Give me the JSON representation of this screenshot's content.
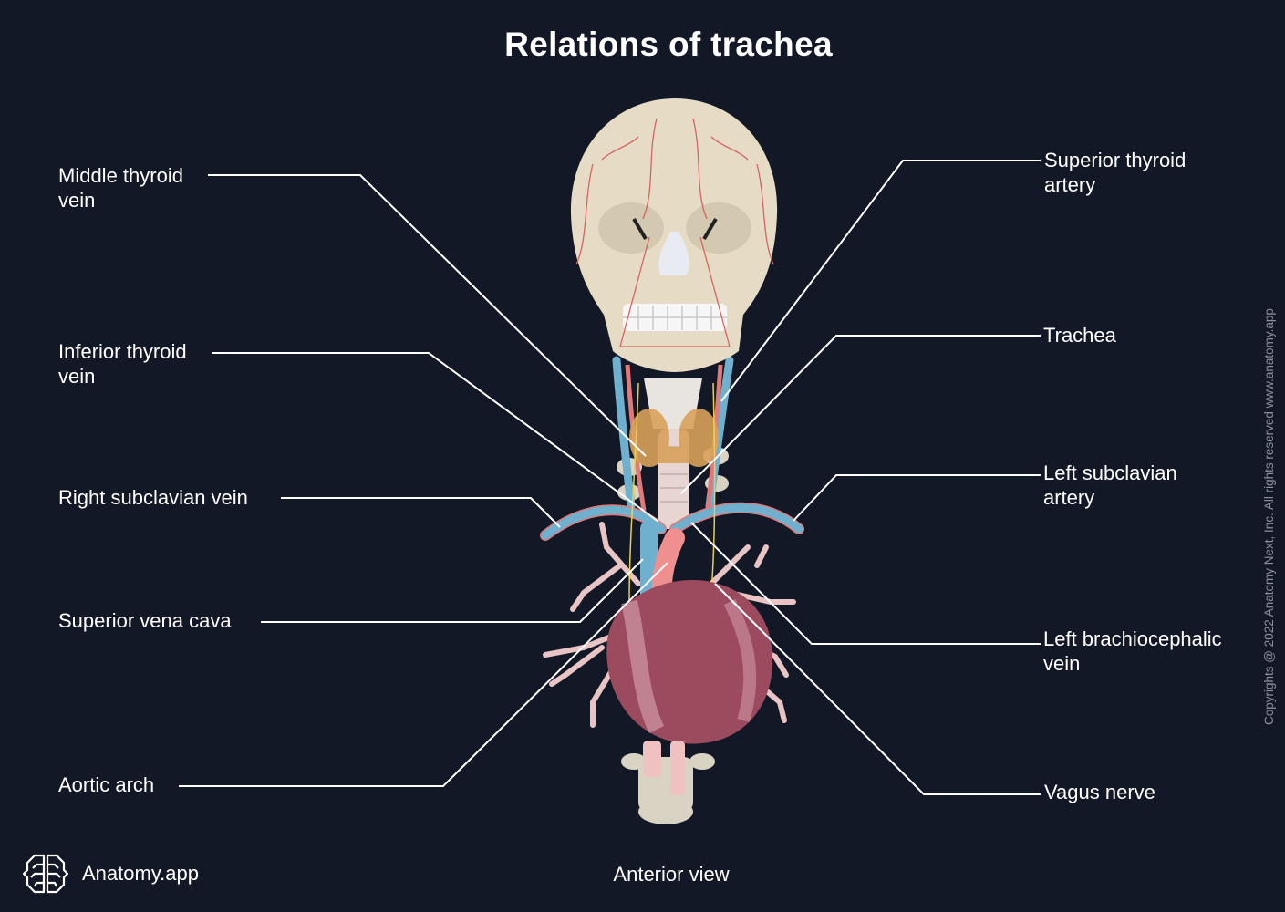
{
  "title": "Relations of trachea",
  "caption": "Anterior view",
  "brand": {
    "name": "Anatomy.app",
    "icon": "brain-icon"
  },
  "copyright": "Copyrights @ 2022 Anatomy Next, Inc. All rights reserved www.anatomy.app",
  "colors": {
    "background": "#131826",
    "text": "#ffffff",
    "leader_line": "#ffffff",
    "bone": "#e6dcc6",
    "vein": "#6fb0cf",
    "artery": "#e07a7a",
    "heart": "#9c4a5e",
    "thyroid": "#d9a25a",
    "nerve": "#e8d24a",
    "bronchi": "#e8c4c4"
  },
  "labels": {
    "left": [
      {
        "lines": [
          "Middle thyroid",
          "vein"
        ]
      },
      {
        "lines": [
          "Inferior thyroid",
          "vein"
        ]
      },
      {
        "lines": [
          "Right subclavian vein"
        ]
      },
      {
        "lines": [
          "Superior vena cava"
        ]
      },
      {
        "lines": [
          "Aortic arch"
        ]
      }
    ],
    "right": [
      {
        "lines": [
          "Superior thyroid",
          "artery"
        ]
      },
      {
        "lines": [
          "Trachea"
        ]
      },
      {
        "lines": [
          "Left subclavian",
          "artery"
        ]
      },
      {
        "lines": [
          "Left brachiocephalic",
          "vein"
        ]
      },
      {
        "lines": [
          "Vagus nerve"
        ]
      }
    ]
  }
}
